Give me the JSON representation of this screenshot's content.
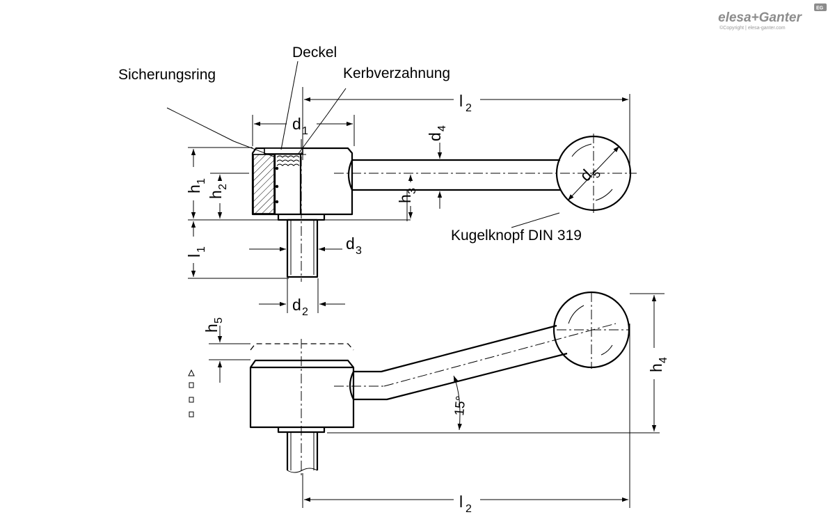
{
  "brand": {
    "logo_text": "elesa+Ganter",
    "badge": "EG",
    "copyright": "©Copyright | elesa-ganter.com"
  },
  "labels": {
    "deckel": "Deckel",
    "sicherungsring": "Sicherungsring",
    "kerbverzahnung": "Kerbverzahnung",
    "kugelknopf": "Kugelknopf DIN 319",
    "angle": "15°"
  },
  "dimensions": {
    "l2_top": {
      "base": "l",
      "sub": "2"
    },
    "l2_bottom": {
      "base": "l",
      "sub": "2"
    },
    "d1": {
      "base": "d",
      "sub": "1"
    },
    "d2": {
      "base": "d",
      "sub": "2"
    },
    "d3": {
      "base": "d",
      "sub": "3"
    },
    "d4": {
      "base": "d",
      "sub": "4"
    },
    "d5": {
      "base": "d",
      "sub": "5"
    },
    "h1": {
      "base": "h",
      "sub": "1"
    },
    "h2": {
      "base": "h",
      "sub": "2"
    },
    "h3": {
      "base": "h",
      "sub": "3"
    },
    "h4": {
      "base": "h",
      "sub": "4"
    },
    "h5": {
      "base": "h",
      "sub": "5"
    },
    "l1": {
      "base": "l",
      "sub": "1"
    }
  },
  "colors": {
    "line": "#000000",
    "logo": "#8c8c8c",
    "background": "#ffffff"
  },
  "icons": [
    "triangle-marker-icon",
    "square-marker-icon"
  ]
}
